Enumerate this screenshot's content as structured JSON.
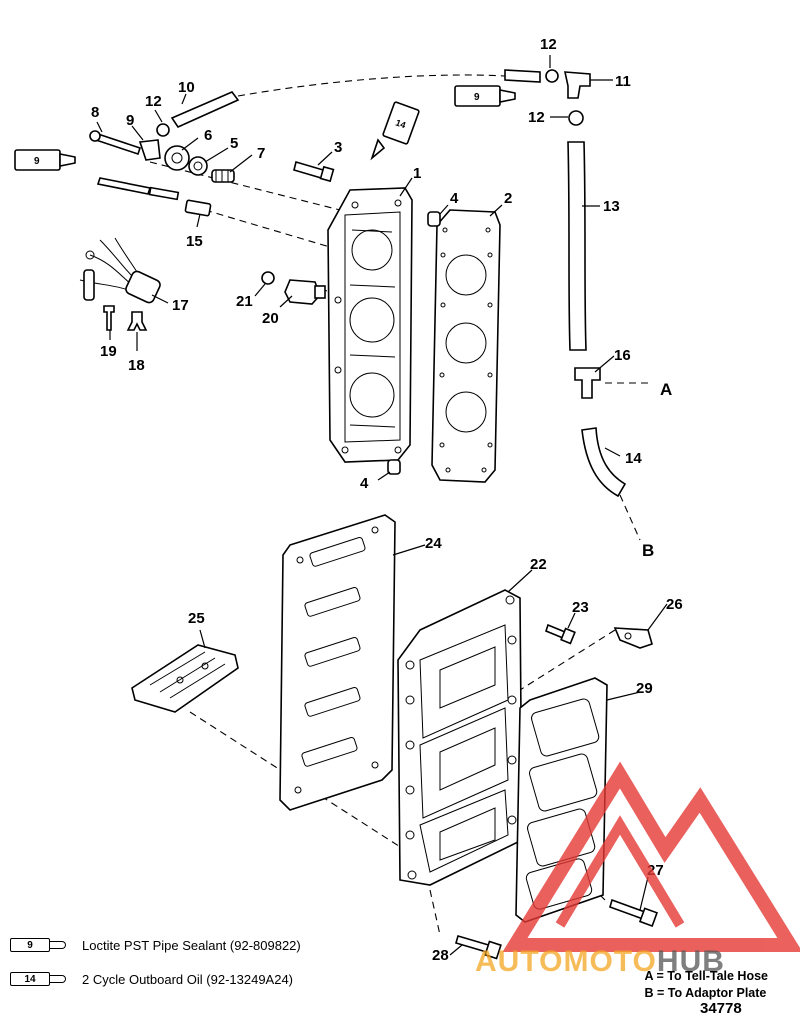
{
  "callouts": {
    "c1": "1",
    "c2": "2",
    "c3": "3",
    "c4a": "4",
    "c4b": "4",
    "c5": "5",
    "c6": "6",
    "c7": "7",
    "c8": "8",
    "c9": "9",
    "c10": "10",
    "c11": "11",
    "c12a": "12",
    "c12b": "12",
    "c12c": "12",
    "c13": "13",
    "c14": "14",
    "c15": "15",
    "c16": "16",
    "c17": "17",
    "c18": "18",
    "c19": "19",
    "c20": "20",
    "c21": "21",
    "c22": "22",
    "c23": "23",
    "c24": "24",
    "c25": "25",
    "c26": "26",
    "c27": "27",
    "c28": "28",
    "c29": "29"
  },
  "connectors": {
    "a": "A",
    "b": "B"
  },
  "tubes": {
    "t9a": "9",
    "t9b": "9",
    "t14": "14"
  },
  "legend": [
    {
      "code": "9",
      "text": "Loctite PST Pipe Sealant (92-809822)"
    },
    {
      "code": "14",
      "text": "2 Cycle Outboard Oil (92-13249A24)"
    }
  ],
  "keys": {
    "a": "A = To Tell-Tale Hose",
    "b": "B = To Adaptor Plate"
  },
  "reference_number": "34778",
  "watermark": {
    "automoto": "AUTOMOTO",
    "hub": "HUB",
    "color_orange": "#f5a623",
    "color_red": "#e53935",
    "color_gray": "#555555"
  }
}
